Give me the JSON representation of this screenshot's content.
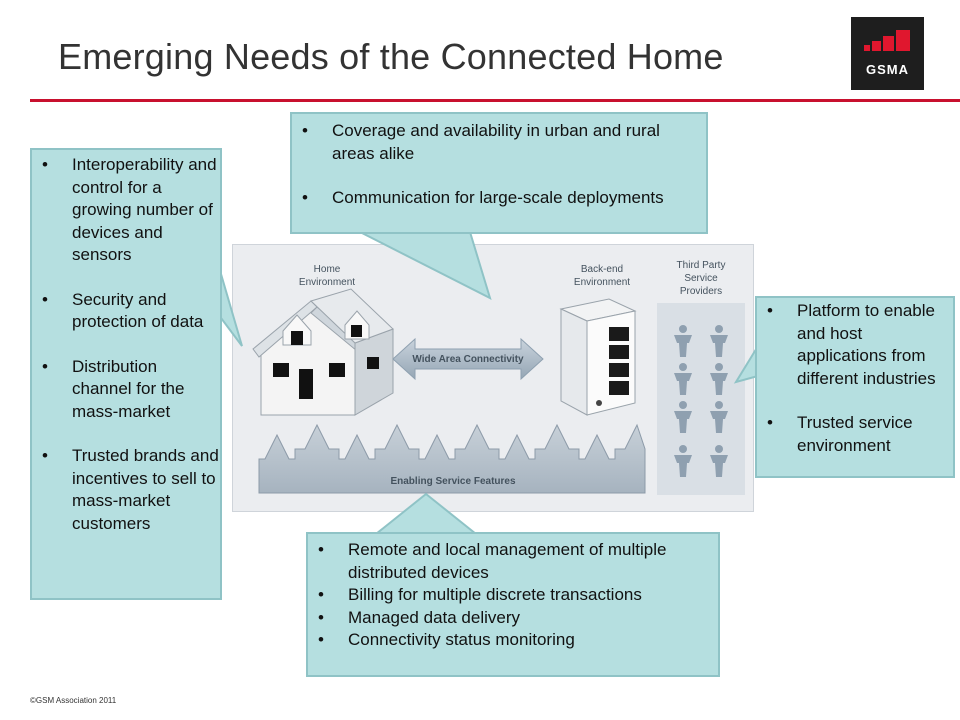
{
  "title": "Emerging Needs of the Connected Home",
  "logo": {
    "text": "GSMA"
  },
  "footer": "©GSM Association 2011",
  "diagram": {
    "home_label": "Home Environment",
    "backend_label": "Back-end Environment",
    "third_party_label": "Third Party Service Providers",
    "wan_label": "Wide Area Connectivity",
    "enabling_label": "Enabling Service Features"
  },
  "callouts": {
    "left": [
      "Interoperability and control for a growing number of devices and sensors",
      "Security and protection of data",
      "Distribution channel for the mass-market",
      "Trusted brands and incentives to sell to mass-market customers"
    ],
    "top": [
      "Coverage and availability in urban and rural areas alike",
      "Communication for large-scale deployments"
    ],
    "right": [
      "Platform to enable and host applications from different industries",
      "Trusted service environment"
    ],
    "bottom": [
      "Remote and local management of multiple distributed devices",
      "Billing for multiple discrete transactions",
      "Managed data delivery",
      "Connectivity status monitoring"
    ]
  },
  "colors": {
    "accent_red": "#c8102e",
    "callout_fill": "#b5dfe0",
    "callout_border": "#8fc3c6"
  }
}
